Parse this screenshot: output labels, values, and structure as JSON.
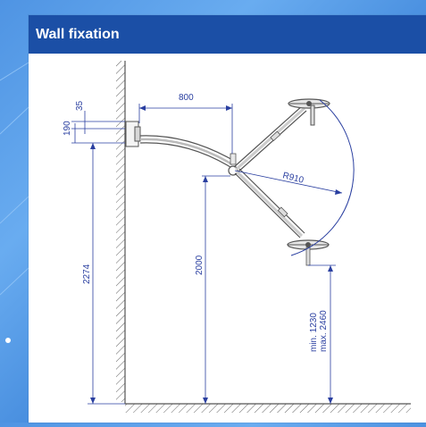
{
  "header": {
    "title": "Wall fixation"
  },
  "dimensions": {
    "bracket_offset": "35",
    "bracket_height": "190",
    "arm_reach": "800",
    "pivot_height": "2000",
    "mount_height": "2274",
    "radius": "R910",
    "min_label": "min. 1230",
    "max_label": "max. 2460"
  },
  "colors": {
    "header_bg": "#1b4fa6",
    "dimension_lines": "#2a3fa0",
    "drawing_lines": "#555555"
  }
}
